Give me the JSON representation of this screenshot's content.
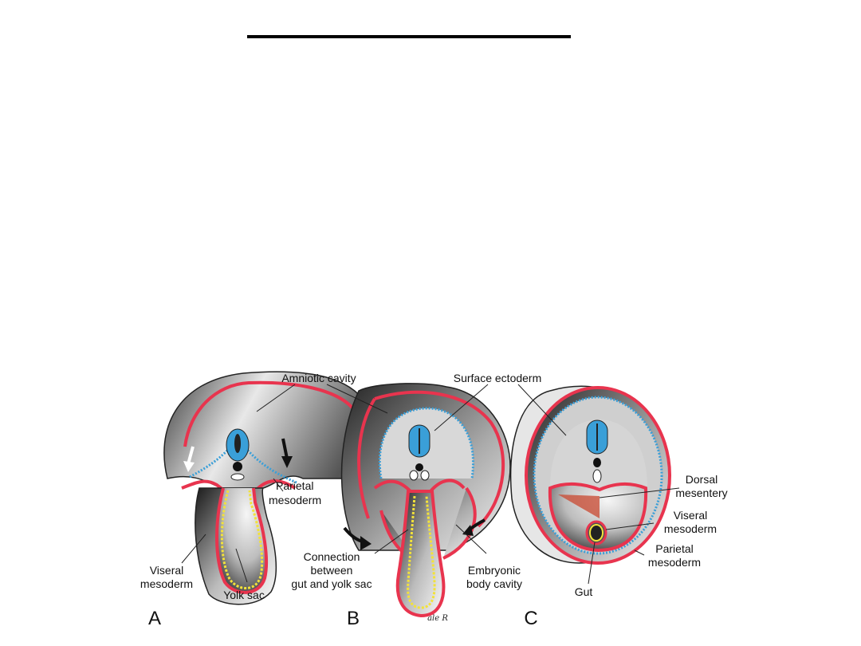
{
  "labels": {
    "amniotic_cavity": "Amniotic cavity",
    "surface_ectoderm": "Surface ectoderm",
    "parietal_mesoderm_a": [
      "Parietal",
      "mesoderm"
    ],
    "viseral_mesoderm_a": [
      "Viseral",
      "mesoderm"
    ],
    "yolk_sac": "Yolk sac",
    "connection": [
      "Connection",
      "between",
      "gut and yolk sac"
    ],
    "embryonic_body_cavity": [
      "Embryonic",
      "body cavity"
    ],
    "dorsal_mesentery": [
      "Dorsal",
      "mesentery"
    ],
    "viseral_mesoderm_c": [
      "Viseral",
      "mesoderm"
    ],
    "parietal_mesoderm_c": [
      "Parietal",
      "mesoderm"
    ],
    "gut": "Gut",
    "signature": "ale R"
  },
  "panels": [
    "A",
    "B",
    "C"
  ],
  "colors": {
    "membrane": "#e8344e",
    "ectoderm": "#3a9fd8",
    "endoderm": "#f2e23a",
    "tissue_dark": "#2a2a2a",
    "tissue_light": "#f4f4f4"
  }
}
